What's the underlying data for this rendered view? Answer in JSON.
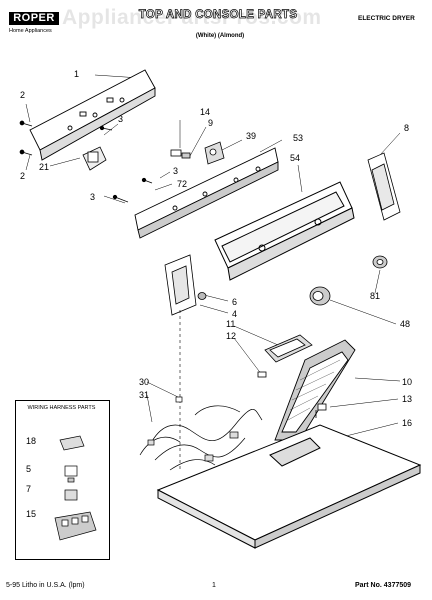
{
  "header": {
    "brand": "ROPER",
    "brand_sub": "Home Appliances",
    "title": "TOP AND CONSOLE PARTS",
    "appliance_type": "ELECTRIC DRYER",
    "color_variants": "(White)   (Almond)",
    "watermark": "AppliancePartsPros.com"
  },
  "legend": {
    "title": "WIRING HARNESS PARTS",
    "items": [
      "18",
      "5",
      "7",
      "15"
    ]
  },
  "callouts": [
    "1",
    "2",
    "2",
    "3",
    "3",
    "3",
    "14",
    "9",
    "39",
    "53",
    "8",
    "54",
    "21",
    "72",
    "81",
    "6",
    "4",
    "48",
    "11",
    "12",
    "10",
    "30",
    "31",
    "13",
    "16"
  ],
  "footer": {
    "left": "5-95 Litho in U.S.A. (lpm)",
    "page": "1",
    "part_no": "Part No. 4377509"
  }
}
